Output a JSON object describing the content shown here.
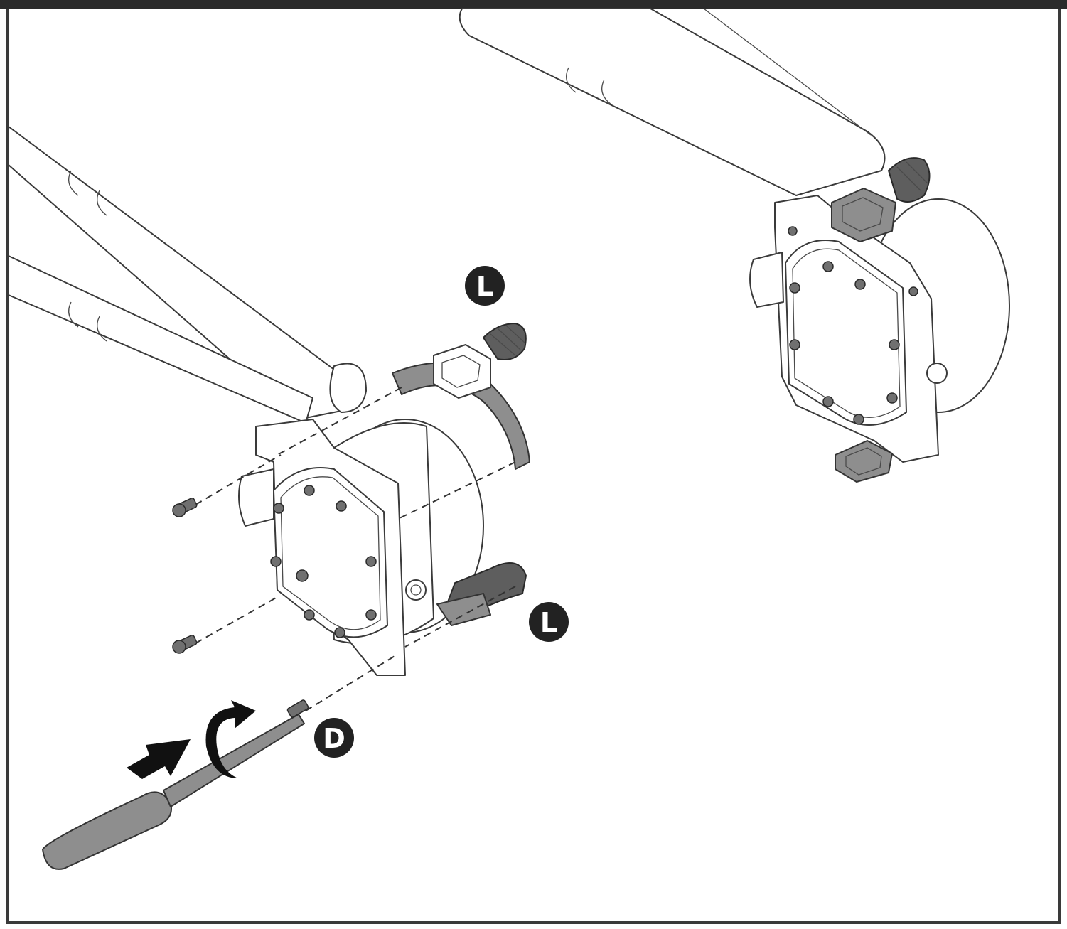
{
  "callouts": {
    "bracket_top": "L",
    "bracket_bottom": "L",
    "screw": "D"
  },
  "colors": {
    "frame": "#3a3a3a",
    "header_bar": "#2b2b2b",
    "callout_fill": "#222222",
    "part_grey": "#8e8e8e"
  },
  "icons": {
    "tool": "screwdriver-icon",
    "push": "push-arrow-icon",
    "rotate": "rotate-clockwise-icon"
  }
}
